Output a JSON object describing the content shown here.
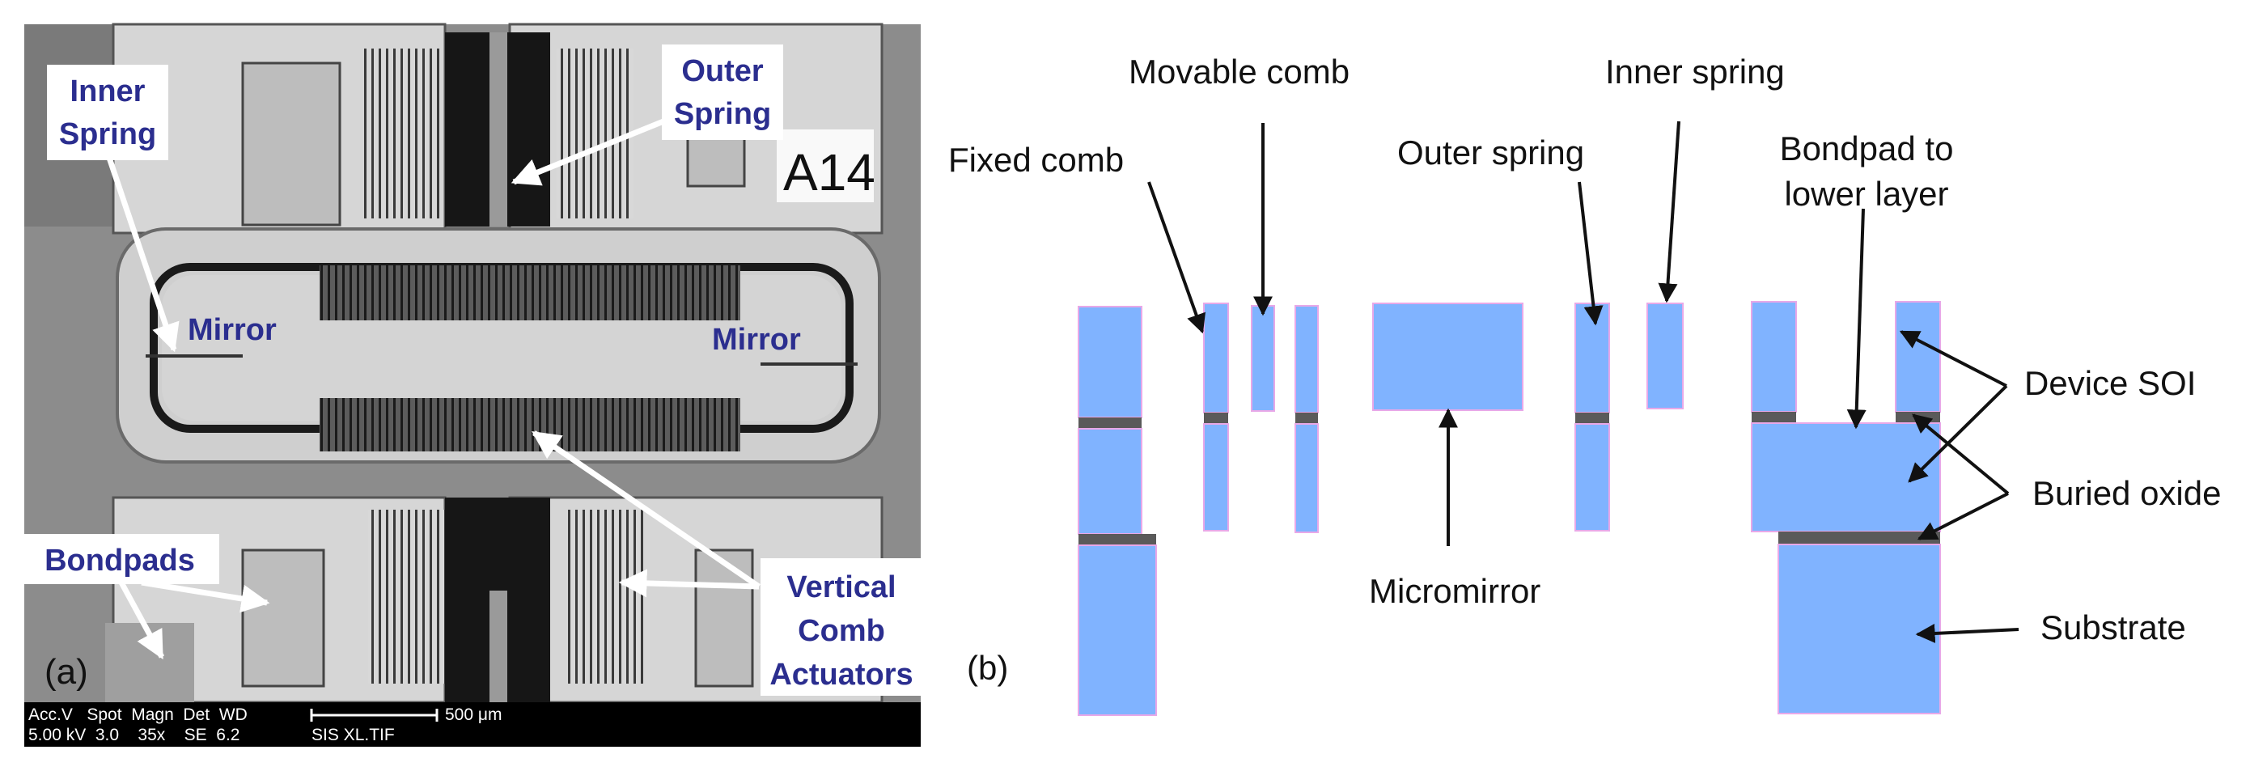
{
  "panel_a": {
    "panel_label": "(a)",
    "labels": {
      "inner_spring_line1": "Inner",
      "inner_spring_line2": "Spring",
      "outer_spring_line1": "Outer",
      "outer_spring_line2": "Spring",
      "mirror_left": "Mirror",
      "mirror_right": "Mirror",
      "bondpads": "Bondpads",
      "vca_line1": "Vertical",
      "vca_line2": "Comb",
      "vca_line3": "Actuators",
      "chip_id": "A14"
    },
    "databar": {
      "row1": "Acc.V   Spot  Magn  Det  WD",
      "row2": "5.00 kV  3.0    35x    SE  6.2",
      "scale_label": "500 μm",
      "filename": "SIS XL.TIF"
    }
  },
  "panel_b": {
    "panel_label": "(b)",
    "labels": {
      "fixed_comb": "Fixed comb",
      "movable_comb": "Movable comb",
      "outer_spring": "Outer spring",
      "inner_spring": "Inner spring",
      "bondpad_line1": "Bondpad to",
      "bondpad_line2": "lower layer",
      "device_soi": "Device SOI",
      "buried_oxide": "Buried oxide",
      "substrate": "Substrate",
      "micromirror": "Micromirror"
    },
    "colors": {
      "silicon": "#80b3ff",
      "silicon_outline": "#e8a8e8",
      "oxide": "#5a5a5a"
    }
  }
}
